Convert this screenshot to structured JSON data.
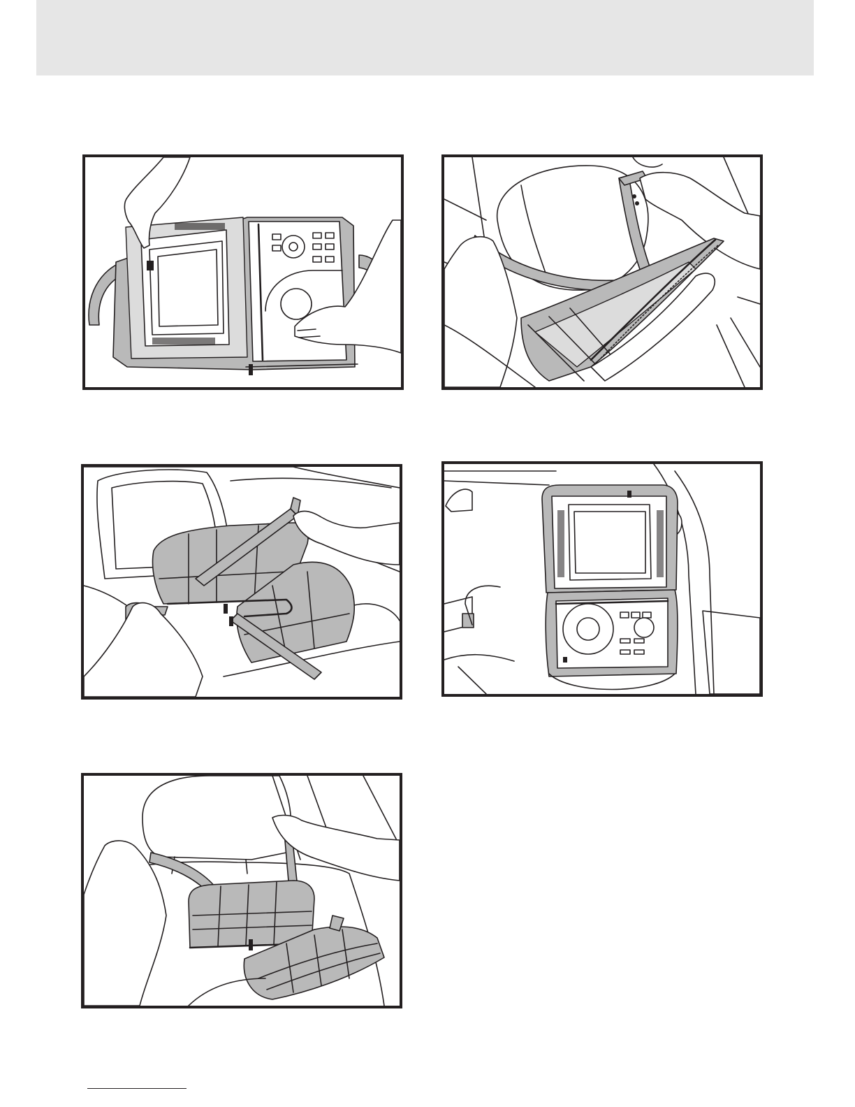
{
  "page": {
    "header_band_color": "#e6e6e6",
    "frame_color": "#231f20",
    "illustration_gray": "#b9b9b9"
  },
  "illustrations": [
    {
      "name": "open-case-insert-player",
      "icon": "dvd-player-in-case-illustration"
    },
    {
      "name": "strap-around-headrest",
      "icon": "headrest-strap-illustration"
    },
    {
      "name": "closed-case-on-seat",
      "icon": "closed-case-illustration"
    },
    {
      "name": "player-mounted-on-headrest",
      "icon": "mounted-player-illustration"
    },
    {
      "name": "case-opened-behind-headrest",
      "icon": "opening-case-illustration"
    }
  ]
}
